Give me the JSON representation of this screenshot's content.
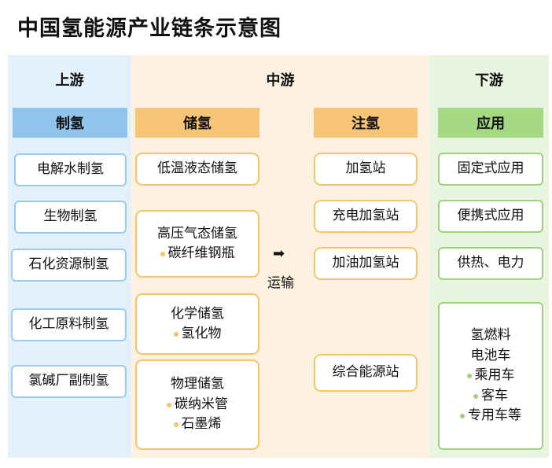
{
  "title": "中国氢能源产业链条示意图",
  "colors": {
    "upstream_bg": "#e4f1fb",
    "midstream_bg": "#fdf2e2",
    "downstream_bg": "#e9f5e1",
    "blue_header": "#8fc4ec",
    "orange_header": "#f8c476",
    "green_header": "#a5d882",
    "blue_border": "#9ccbef",
    "orange_border": "#f6c566",
    "green_border": "#9fd17f"
  },
  "stages": {
    "upstream": "上游",
    "midstream": "中游",
    "downstream": "下游"
  },
  "categories": {
    "production": "制氢",
    "storage": "储氢",
    "refueling": "注氢",
    "application": "应用"
  },
  "production": [
    "电解水制氢",
    "生物制氢",
    "石化资源制氢",
    "化工原料制氢",
    "氯碱厂副制氢"
  ],
  "storage": [
    {
      "name": "低温液态储氢",
      "subs": []
    },
    {
      "name": "高压气态储氢",
      "subs": [
        "碳纤维钢瓶"
      ]
    },
    {
      "name": "化学储氢",
      "subs": [
        "氢化物"
      ]
    },
    {
      "name": "物理储氢",
      "subs": [
        "碳纳米管",
        "石墨烯"
      ]
    }
  ],
  "transport": {
    "arrow": "➡",
    "label": "运输"
  },
  "refueling": [
    "加氢站",
    "充电加氢站",
    "加油加氢站",
    "综合能源站"
  ],
  "application": [
    {
      "name": "固定式应用",
      "subs": []
    },
    {
      "name": "便携式应用",
      "subs": []
    },
    {
      "name": "供热、电力",
      "subs": []
    },
    {
      "name": "氢燃料",
      "name2": "电池车",
      "subs": [
        "乘用车",
        "客车",
        "专用车等"
      ]
    }
  ]
}
